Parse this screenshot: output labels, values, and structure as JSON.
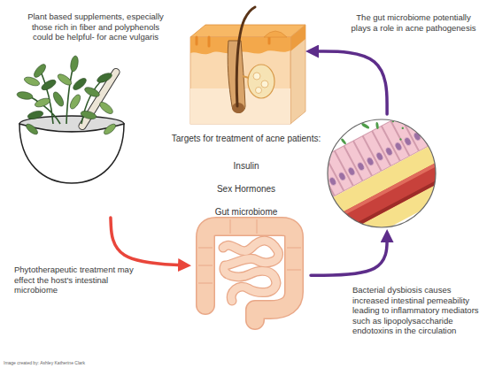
{
  "diagram": {
    "nodes": [
      {
        "text": [
          "Plant based supplements, especially those rich in fiber and polyphenols could be helpful- for acne vulgaris"
        ]
      },
      {
        "text": [
          "Phytotherapeutic treatment may effect the host's intestinal microbiome"
        ]
      },
      {
        "text": [
          "Bacterial dysbiosis causes increased intestinal pemeability leading to inflammatory mediators such as lipopolysaccharide endotoxins in the circulation"
        ]
      },
      {
        "text": [
          "The gut microbiome potentially plays a role in acne pathogenesis"
        ]
      }
    ],
    "edges": [
      {
        "from": 0,
        "to": 1,
        "arrow": "to"
      },
      {
        "from": 1,
        "to": 2,
        "arrow": "to"
      },
      {
        "from": 2,
        "to": 3,
        "arrow": "to"
      }
    ],
    "labels": [
      "Targets for treatment of acne patients:",
      "Insulin",
      "Sex Hormones",
      "Gut microbiome",
      "Image created by: Ashley Katherine Clark"
    ]
  }
}
